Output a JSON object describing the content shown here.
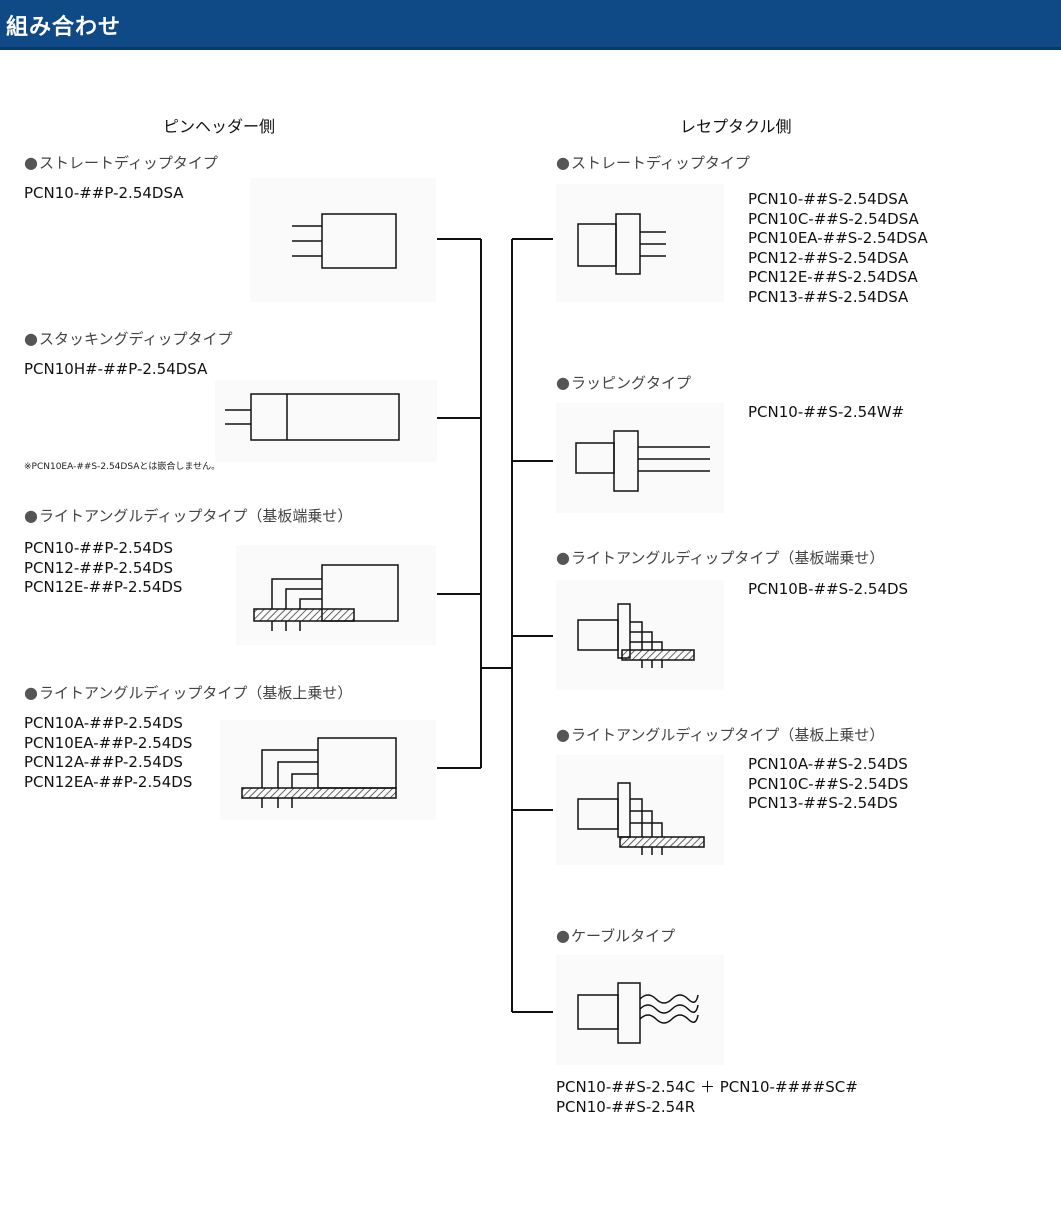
{
  "header": {
    "title": "組み合わせ"
  },
  "columns": {
    "left_title": "ピンヘッダー側",
    "right_title": "レセプタクル側"
  },
  "left": {
    "straight": {
      "label": "ストレートディップタイプ",
      "parts": [
        "PCN10-##P-2.54DSA"
      ]
    },
    "stacking": {
      "label": "スタッキングディップタイプ",
      "parts": [
        "PCN10H#-##P-2.54DSA"
      ],
      "note": "※PCN10EA-##S-2.54DSAとは嵌合しません。"
    },
    "ra_edge": {
      "label": "ライトアングルディップタイプ（基板端乗せ）",
      "parts": [
        "PCN10-##P-2.54DS",
        "PCN12-##P-2.54DS",
        "PCN12E-##P-2.54DS"
      ]
    },
    "ra_top": {
      "label": "ライトアングルディップタイプ（基板上乗せ）",
      "parts": [
        "PCN10A-##P-2.54DS",
        "PCN10EA-##P-2.54DS",
        "PCN12A-##P-2.54DS",
        "PCN12EA-##P-2.54DS"
      ]
    }
  },
  "right": {
    "straight": {
      "label": "ストレートディップタイプ",
      "parts": [
        "PCN10-##S-2.54DSA",
        "PCN10C-##S-2.54DSA",
        "PCN10EA-##S-2.54DSA",
        "PCN12-##S-2.54DSA",
        "PCN12E-##S-2.54DSA",
        "PCN13-##S-2.54DSA"
      ]
    },
    "wrapping": {
      "label": "ラッピングタイプ",
      "parts": [
        "PCN10-##S-2.54W#"
      ]
    },
    "ra_edge": {
      "label": "ライトアングルディップタイプ（基板端乗せ）",
      "parts": [
        "PCN10B-##S-2.54DS"
      ]
    },
    "ra_top": {
      "label": "ライトアングルディップタイプ（基板上乗せ）",
      "parts": [
        "PCN10A-##S-2.54DS",
        "PCN10C-##S-2.54DS",
        "PCN13-##S-2.54DS"
      ]
    },
    "cable": {
      "label": "ケーブルタイプ",
      "parts": [
        "PCN10-##S-2.54C ＋ PCN10-####SC#",
        "PCN10-##S-2.54R"
      ]
    }
  },
  "bullet": "●"
}
